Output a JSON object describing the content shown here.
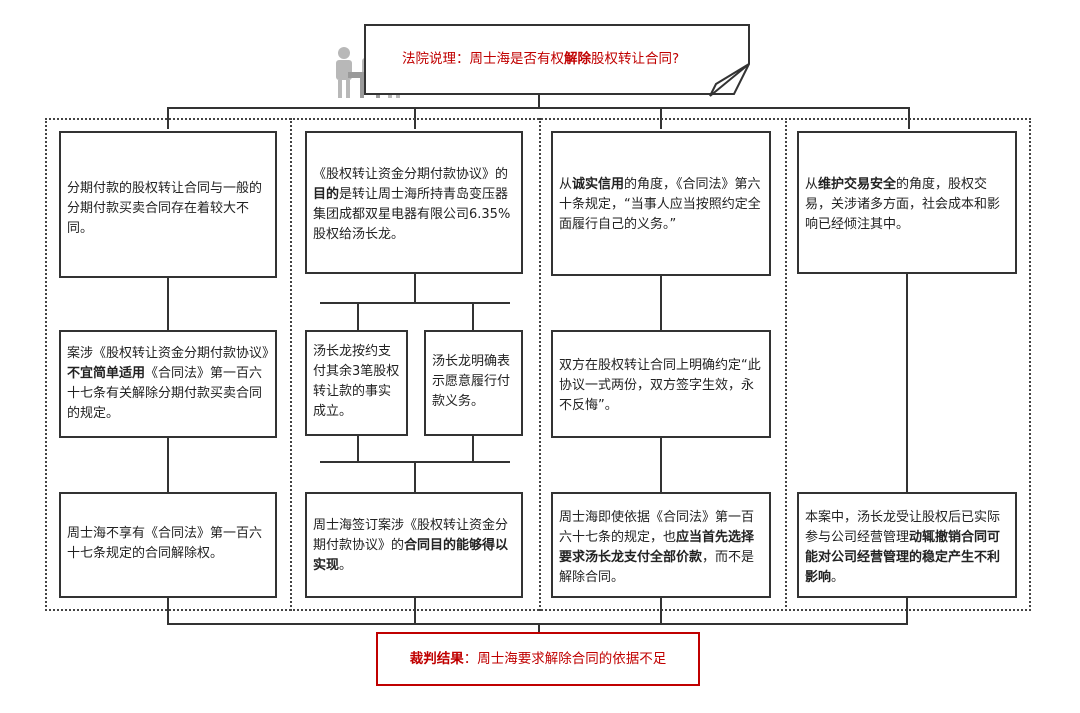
{
  "header": {
    "prefix": "法院说理：周士海是否有权",
    "bold": "解除",
    "suffix": "股权转让合同?"
  },
  "result": {
    "bold": "裁判结果",
    "text": "：周士海要求解除合同的依据不足"
  },
  "col1": {
    "b1": "分期付款的股权转让合同与一般的分期付款买卖合同存在着较大不同。",
    "b2_a": "案涉《股权转让资金分期付款协议》",
    "b2_bold": "不宜简单适用",
    "b2_b": "《合同法》第一百六十七条有关解除分期付款买卖合同的规定。",
    "b3": "周士海不享有《合同法》第一百六十七条规定的合同解除权。"
  },
  "col2": {
    "b1_a": "《股权转让资金分期付款协议》的",
    "b1_bold": "目的",
    "b1_b": "是转让周士海所持青岛变压器集团成都双星电器有限公司6.35%股权给汤长龙。",
    "b2": "汤长龙按约支付其余3笔股权转让款的事实成立。",
    "b3": "汤长龙明确表示愿意履行付款义务。",
    "b4_a": "周士海签订案涉《股权转让资金分期付款协议》的",
    "b4_bold": "合同目的能够得以实现",
    "b4_b": "。"
  },
  "col3": {
    "b1_a": "从",
    "b1_bold": "诚实信用",
    "b1_b": "的角度，《合同法》第六十条规定，“当事人应当按照约定全面履行自己的义务。”",
    "b2": "双方在股权转让合同上明确约定“此协议一式两份，双方签字生效，永不反悔”。",
    "b3_a": "周士海即使依据《合同法》第一百六十七条的规定，也",
    "b3_bold": "应当首先选择要求汤长龙支付全部价款",
    "b3_b": "，而不是解除合同。"
  },
  "col4": {
    "b1_a": "从",
    "b1_bold": "维护交易安全",
    "b1_b": "的角度，股权交易，关涉诸多方面，社会成本和影响已经倾注其中。",
    "b2_a": "本案中，汤长龙受让股权后已实际参与公司经营管理",
    "b2_bold": "动辄撤销合同可能对公司经营管理的稳定产生不利影响",
    "b2_b": "。"
  },
  "icons": {
    "header_icon": "meeting-people-icon"
  },
  "colors": {
    "accent": "#c00000",
    "line": "#333333"
  }
}
